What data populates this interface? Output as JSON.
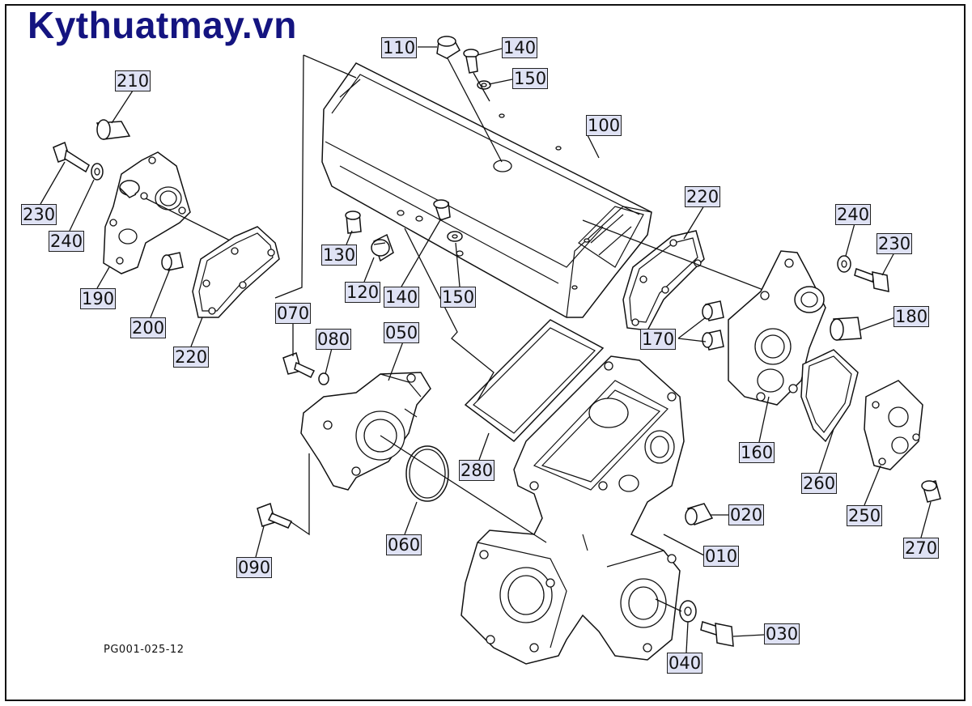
{
  "brand": {
    "text": "Kythuatmay.vn",
    "color": "#141480"
  },
  "figure_code": "PG001-025-12",
  "label_colors": {
    "fill": "#dfe2f4",
    "border": "#222222"
  },
  "callouts": [
    {
      "id": "c110",
      "text": "110"
    },
    {
      "id": "c140a",
      "text": "140"
    },
    {
      "id": "c150a",
      "text": "150"
    },
    {
      "id": "c100",
      "text": "100"
    },
    {
      "id": "c210",
      "text": "210"
    },
    {
      "id": "c230a",
      "text": "230"
    },
    {
      "id": "c240a",
      "text": "240"
    },
    {
      "id": "c190",
      "text": "190"
    },
    {
      "id": "c200",
      "text": "200"
    },
    {
      "id": "c220a",
      "text": "220"
    },
    {
      "id": "c130",
      "text": "130"
    },
    {
      "id": "c120",
      "text": "120"
    },
    {
      "id": "c140b",
      "text": "140"
    },
    {
      "id": "c150b",
      "text": "150"
    },
    {
      "id": "c220b",
      "text": "220"
    },
    {
      "id": "c240b",
      "text": "240"
    },
    {
      "id": "c230b",
      "text": "230"
    },
    {
      "id": "c180",
      "text": "180"
    },
    {
      "id": "c170",
      "text": "170"
    },
    {
      "id": "c070",
      "text": "070"
    },
    {
      "id": "c080",
      "text": "080"
    },
    {
      "id": "c050",
      "text": "050"
    },
    {
      "id": "c160",
      "text": "160"
    },
    {
      "id": "c260",
      "text": "260"
    },
    {
      "id": "c250",
      "text": "250"
    },
    {
      "id": "c270",
      "text": "270"
    },
    {
      "id": "c280",
      "text": "280"
    },
    {
      "id": "c020",
      "text": "020"
    },
    {
      "id": "c010",
      "text": "010"
    },
    {
      "id": "c090",
      "text": "090"
    },
    {
      "id": "c060",
      "text": "060"
    },
    {
      "id": "c030",
      "text": "030"
    },
    {
      "id": "c040",
      "text": "040"
    }
  ]
}
